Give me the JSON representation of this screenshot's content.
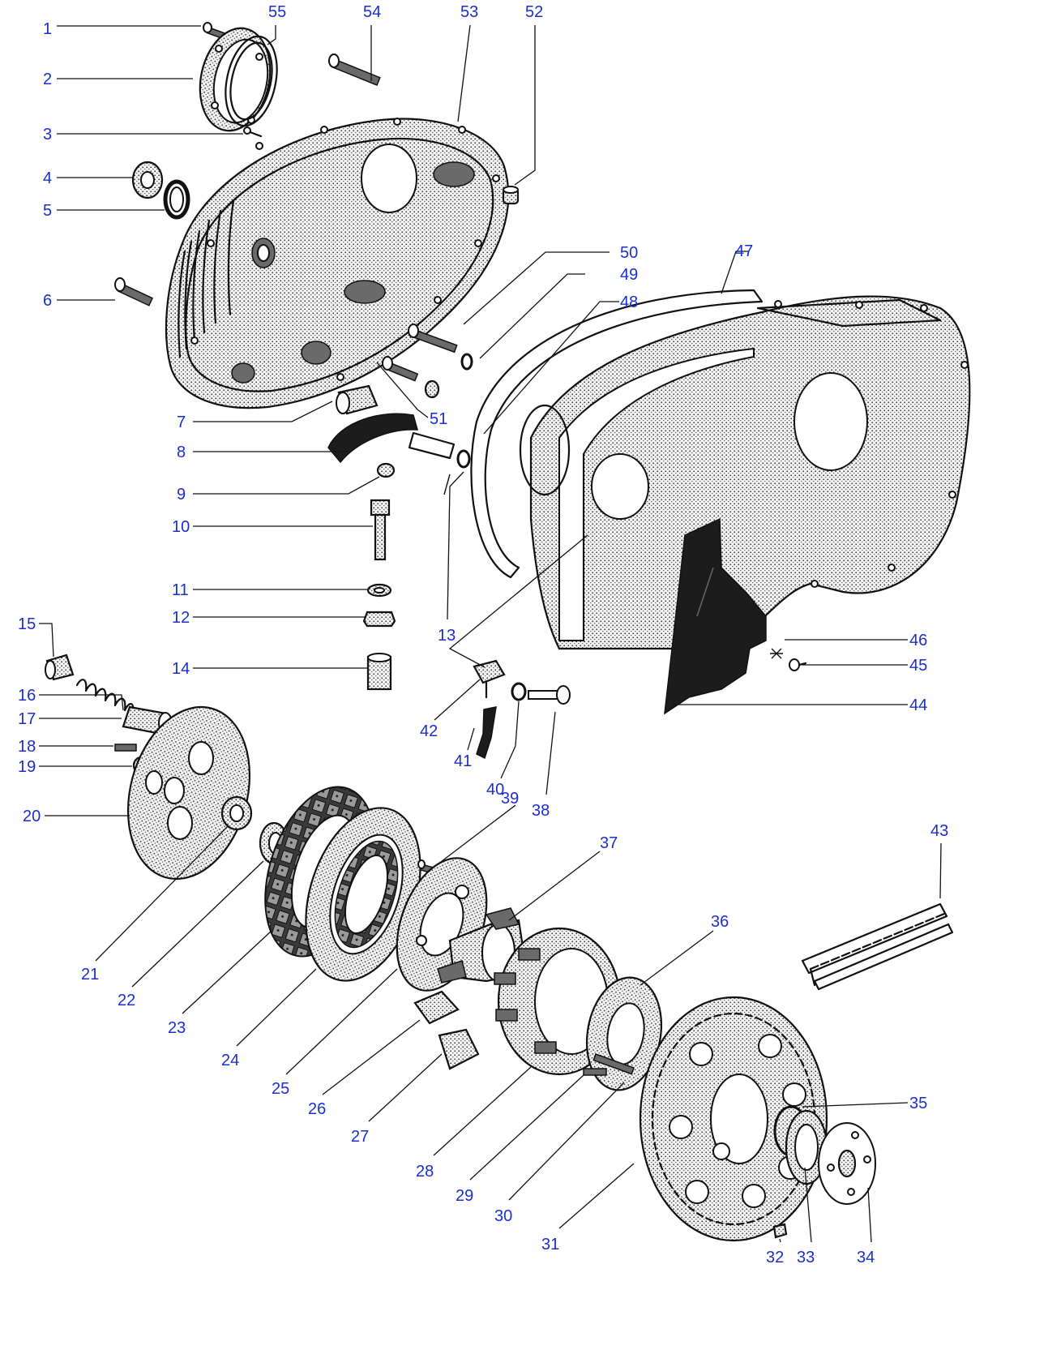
{
  "diagram": {
    "callouts": [
      {
        "id": "1",
        "text": "1"
      },
      {
        "id": "2",
        "text": "2"
      },
      {
        "id": "3",
        "text": "3"
      },
      {
        "id": "4",
        "text": "4"
      },
      {
        "id": "5",
        "text": "5"
      },
      {
        "id": "6",
        "text": "6"
      },
      {
        "id": "7",
        "text": "7"
      },
      {
        "id": "8",
        "text": "8"
      },
      {
        "id": "9",
        "text": "9"
      },
      {
        "id": "10",
        "text": "10"
      },
      {
        "id": "11",
        "text": "11"
      },
      {
        "id": "12",
        "text": "12"
      },
      {
        "id": "13",
        "text": "13"
      },
      {
        "id": "14",
        "text": "14"
      },
      {
        "id": "15",
        "text": "15"
      },
      {
        "id": "16",
        "text": "16"
      },
      {
        "id": "17",
        "text": "17"
      },
      {
        "id": "18",
        "text": "18"
      },
      {
        "id": "19",
        "text": "19"
      },
      {
        "id": "20",
        "text": "20"
      },
      {
        "id": "21",
        "text": "21"
      },
      {
        "id": "22",
        "text": "22"
      },
      {
        "id": "23",
        "text": "23"
      },
      {
        "id": "24",
        "text": "24"
      },
      {
        "id": "25",
        "text": "25"
      },
      {
        "id": "26",
        "text": "26"
      },
      {
        "id": "27",
        "text": "27"
      },
      {
        "id": "28",
        "text": "28"
      },
      {
        "id": "29",
        "text": "29"
      },
      {
        "id": "30",
        "text": "30"
      },
      {
        "id": "31",
        "text": "31"
      },
      {
        "id": "32",
        "text": "32"
      },
      {
        "id": "33",
        "text": "33"
      },
      {
        "id": "34",
        "text": "34"
      },
      {
        "id": "35",
        "text": "35"
      },
      {
        "id": "36",
        "text": "36"
      },
      {
        "id": "37",
        "text": "37"
      },
      {
        "id": "38",
        "text": "38"
      },
      {
        "id": "39",
        "text": "39"
      },
      {
        "id": "40",
        "text": "40"
      },
      {
        "id": "41",
        "text": "41"
      },
      {
        "id": "42",
        "text": "42"
      },
      {
        "id": "43",
        "text": "43"
      },
      {
        "id": "44",
        "text": "44"
      },
      {
        "id": "45",
        "text": "45"
      },
      {
        "id": "46",
        "text": "46"
      },
      {
        "id": "47",
        "text": "47"
      },
      {
        "id": "48",
        "text": "48"
      },
      {
        "id": "49",
        "text": "49"
      },
      {
        "id": "50",
        "text": "50"
      },
      {
        "id": "51",
        "text": "51"
      },
      {
        "id": "52",
        "text": "52"
      },
      {
        "id": "53",
        "text": "53"
      },
      {
        "id": "54",
        "text": "54"
      },
      {
        "id": "55",
        "text": "55"
      }
    ],
    "colors": {
      "label": "#1a2fd0",
      "line": "#111111",
      "background": "#ffffff"
    }
  }
}
